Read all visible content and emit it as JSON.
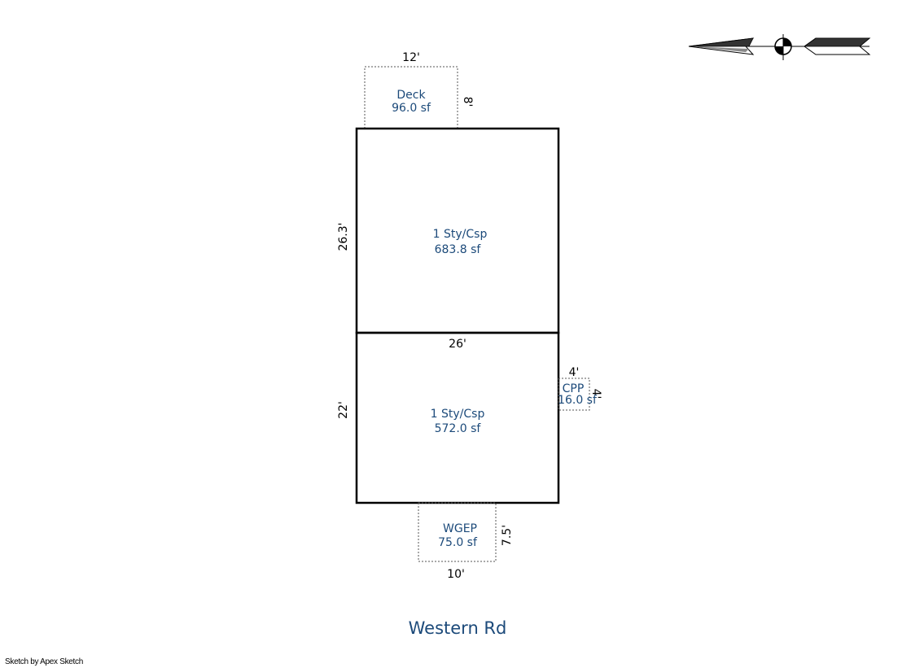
{
  "sketch": {
    "areas": {
      "deck": {
        "name": "Deck",
        "area": "96.0 sf",
        "width_label": "12'",
        "depth_label": "8'"
      },
      "upper": {
        "name": "1 Sty/Csp",
        "area": "683.8 sf",
        "side_label": "26.3'"
      },
      "lower": {
        "name": "1 Sty/Csp",
        "area": "572.0 sf",
        "side_label": "22'",
        "width_label": "26'"
      },
      "cpp": {
        "name": "CPP",
        "area": "16.0 sf",
        "width_label": "4'",
        "depth_label": "4'"
      },
      "wgep": {
        "name": "WGEP",
        "area": "75.0 sf",
        "width_label": "10'",
        "depth_label": "7.5'"
      }
    },
    "street": "Western Rd",
    "credit": "Sketch by Apex Sketch",
    "compass": {
      "icon": "north-arrow-compass-icon"
    },
    "colors": {
      "label_blue": "#1c4a7a",
      "outline": "#000000",
      "dotted": "#555555"
    }
  }
}
